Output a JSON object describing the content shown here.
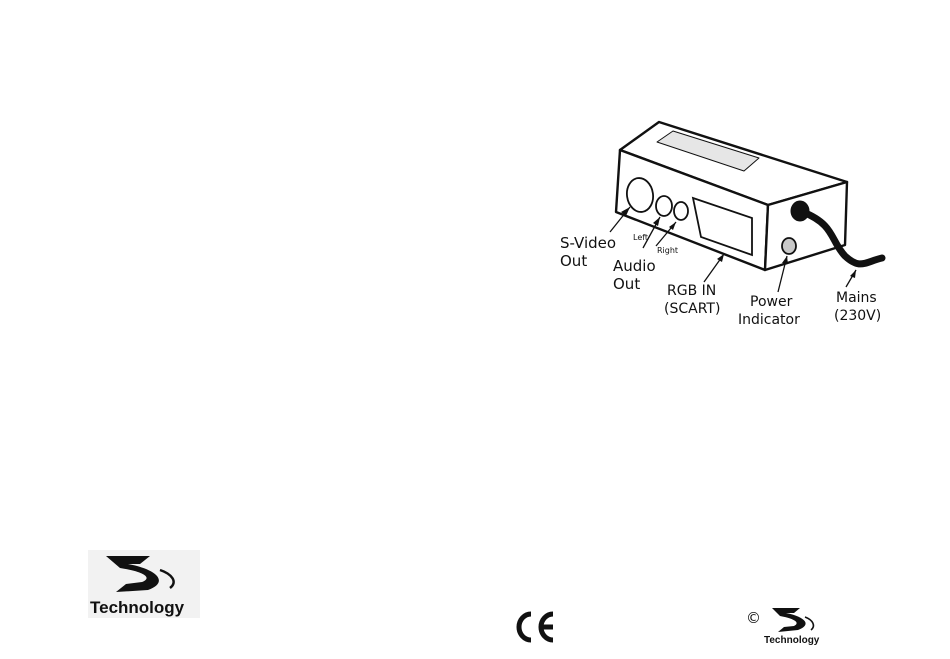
{
  "labels": {
    "svideo_1": "S-Video",
    "svideo_2": "Out",
    "left": "Left",
    "right": "Right",
    "audio_1": "Audio",
    "audio_2": "Out",
    "rgb_1": "RGB IN",
    "rgb_2": "(SCART)",
    "power_1": "Power",
    "power_2": "Indicator",
    "mains_1": "Mains",
    "mains_2": "(230V)"
  },
  "logo": {
    "text": "Technology"
  },
  "ce_mark": "CE",
  "copyright": {
    "symbol": "©",
    "text": "Technology"
  },
  "icons": {
    "device": "converter-box-illustration",
    "logo": "s-technology-logo",
    "ce": "ce-mark",
    "copyright_logo": "s-technology-logo"
  },
  "colors": {
    "ink": "#111111",
    "panel_fill": "#e6e6e6",
    "port_fill": "#c9c9c9"
  }
}
